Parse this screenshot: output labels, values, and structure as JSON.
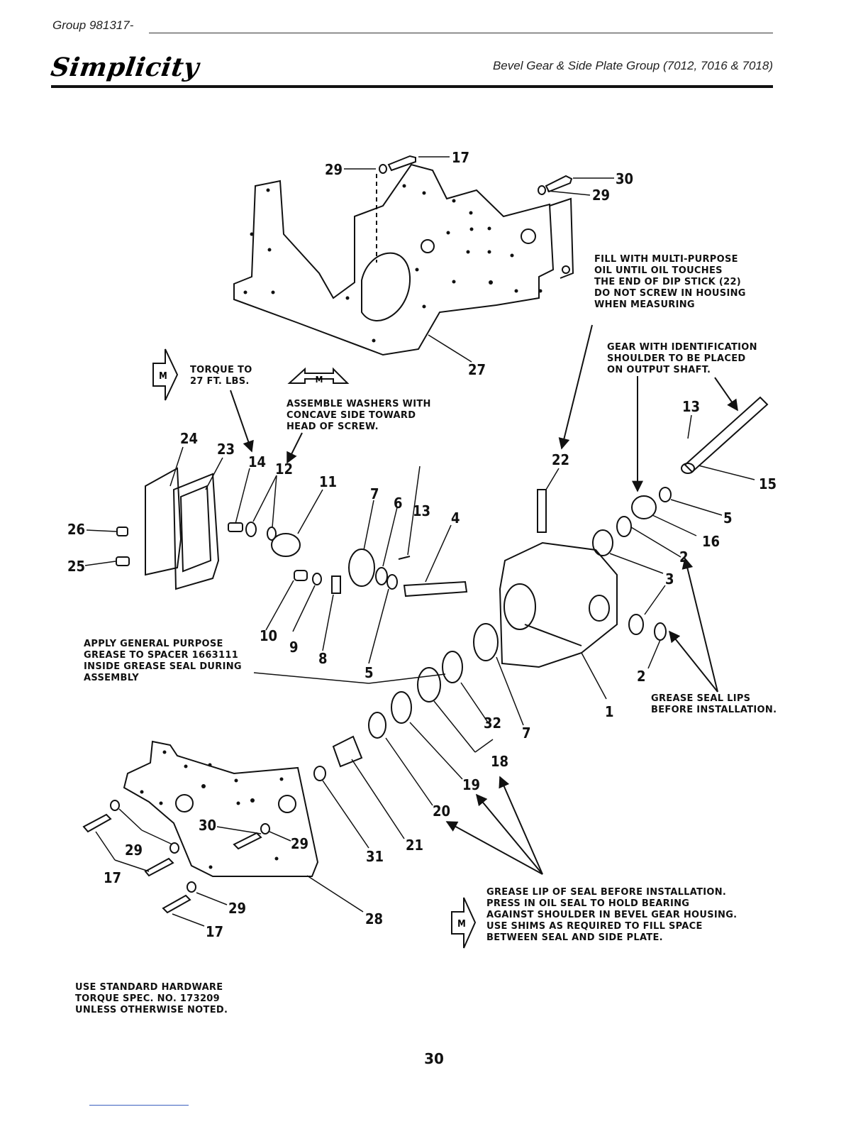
{
  "header": {
    "group": "Group 981317-",
    "brand": "Simplicity",
    "title": "Bevel Gear & Side Plate Group (7012, 7016 & 7018)"
  },
  "callouts": {
    "c17a": "17",
    "c29a": "29",
    "c30a": "30",
    "c29b": "29",
    "c27": "27",
    "c24": "24",
    "c23": "23",
    "c14": "14",
    "c12": "12",
    "c11": "11",
    "c7a": "7",
    "c6": "6",
    "c13a": "13",
    "c4": "4",
    "c26": "26",
    "c25": "25",
    "c10": "10",
    "c9": "9",
    "c8": "8",
    "c5a": "5",
    "c22": "22",
    "c13b": "13",
    "c15": "15",
    "c5b": "5",
    "c16": "16",
    "c2a": "2",
    "c3": "3",
    "c2b": "2",
    "c1": "1",
    "c32": "32",
    "c7b": "7",
    "c18": "18",
    "c19": "19",
    "c20": "20",
    "c21": "21",
    "c31": "31",
    "c30b": "30",
    "c29c": "29",
    "c29d": "29",
    "c17b": "17",
    "c29e": "29",
    "c17c": "17",
    "c28": "28"
  },
  "notes": {
    "fill_oil": [
      "FILL WITH MULTI-PURPOSE",
      "OIL UNTIL OIL TOUCHES",
      "THE END OF DIP STICK (22)",
      "DO NOT SCREW IN HOUSING",
      "WHEN MEASURING"
    ],
    "gear_id": [
      "GEAR WITH IDENTIFICATION",
      "SHOULDER TO BE PLACED",
      "ON OUTPUT SHAFT."
    ],
    "torque": [
      "TORQUE TO",
      "27 FT. LBS."
    ],
    "washers": [
      "ASSEMBLE WASHERS WITH",
      "CONCAVE SIDE TOWARD",
      "HEAD OF SCREW."
    ],
    "grease_spacer": [
      "APPLY GENERAL PURPOSE",
      "GREASE TO SPACER 1663111",
      "INSIDE GREASE SEAL DURING",
      "ASSEMBLY"
    ],
    "grease_lips": [
      "GREASE SEAL LIPS",
      "BEFORE INSTALLATION."
    ],
    "grease_lip_seal": [
      "GREASE LIP OF SEAL BEFORE INSTALLATION.",
      "PRESS IN OIL SEAL TO HOLD BEARING",
      "AGAINST SHOULDER IN BEVEL GEAR HOUSING.",
      "USE SHIMS AS REQUIRED TO FILL SPACE",
      "BETWEEN SEAL AND SIDE PLATE."
    ],
    "hardware": [
      "USE STANDARD HARDWARE",
      "TORQUE SPEC. NO. 173209",
      "UNLESS OTHERWISE NOTED."
    ]
  },
  "markers": {
    "m": "M"
  },
  "footer": {
    "page": "30"
  }
}
